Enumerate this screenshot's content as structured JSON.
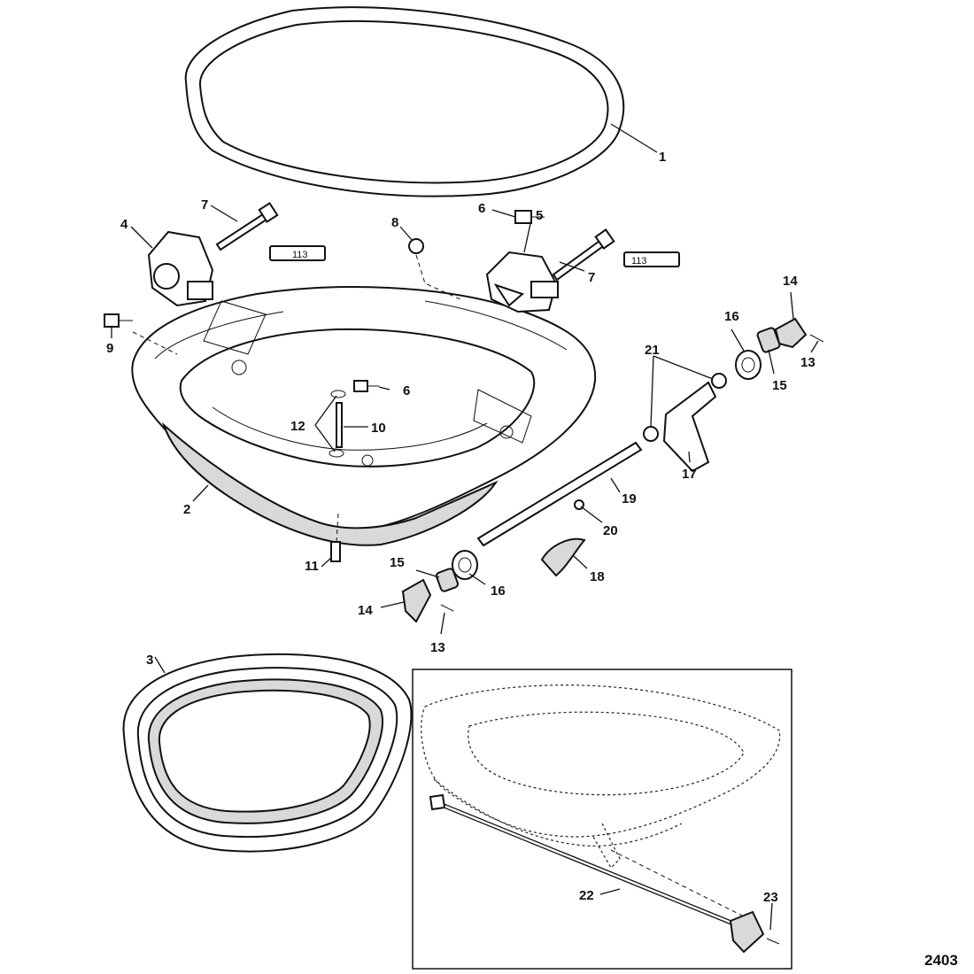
{
  "figure_number": "2403",
  "sealant_tubes": [
    {
      "id": "tube-a",
      "text": "113"
    },
    {
      "id": "tube-b",
      "text": "113"
    }
  ],
  "callouts": [
    {
      "id": "c1",
      "label": "1"
    },
    {
      "id": "c2",
      "label": "2"
    },
    {
      "id": "c3",
      "label": "3"
    },
    {
      "id": "c4",
      "label": "4"
    },
    {
      "id": "c5",
      "label": "5"
    },
    {
      "id": "c6a",
      "label": "6"
    },
    {
      "id": "c6b",
      "label": "6"
    },
    {
      "id": "c7a",
      "label": "7"
    },
    {
      "id": "c7b",
      "label": "7"
    },
    {
      "id": "c8",
      "label": "8"
    },
    {
      "id": "c9",
      "label": "9"
    },
    {
      "id": "c10",
      "label": "10"
    },
    {
      "id": "c11",
      "label": "11"
    },
    {
      "id": "c12",
      "label": "12"
    },
    {
      "id": "c13a",
      "label": "13"
    },
    {
      "id": "c13b",
      "label": "13"
    },
    {
      "id": "c14a",
      "label": "14"
    },
    {
      "id": "c14b",
      "label": "14"
    },
    {
      "id": "c15a",
      "label": "15"
    },
    {
      "id": "c15b",
      "label": "15"
    },
    {
      "id": "c16a",
      "label": "16"
    },
    {
      "id": "c16b",
      "label": "16"
    },
    {
      "id": "c17",
      "label": "17"
    },
    {
      "id": "c18",
      "label": "18"
    },
    {
      "id": "c19",
      "label": "19"
    },
    {
      "id": "c20",
      "label": "20"
    },
    {
      "id": "c21",
      "label": "21"
    },
    {
      "id": "c22",
      "label": "22"
    },
    {
      "id": "c23",
      "label": "23"
    }
  ]
}
